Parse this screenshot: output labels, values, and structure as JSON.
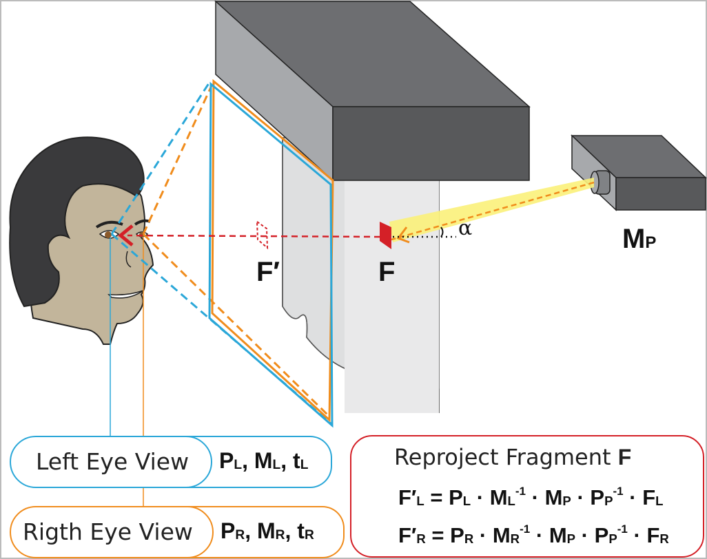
{
  "labels": {
    "f_prime": "F′",
    "f": "F",
    "alpha": "α",
    "mp_main": "M",
    "mp_sub": "P"
  },
  "left_eye": {
    "title": "Left Eye View",
    "p": "P",
    "p_sub": "L",
    "m": "M",
    "m_sub": "L",
    "t": "t",
    "t_sub": "L"
  },
  "right_eye": {
    "title": "Rigth Eye View",
    "p": "P",
    "p_sub": "R",
    "m": "M",
    "m_sub": "R",
    "t": "t",
    "t_sub": "R"
  },
  "reproject": {
    "title": "Reproject Fragment",
    "title_bold": "F",
    "eq_left": {
      "lhs": "F′",
      "lhs_sub": "L",
      "p": "P",
      "p_sub": "L",
      "m": "M",
      "m_sub": "L",
      "m_sup": "-1",
      "mp": "M",
      "mp_sub": "P",
      "pp": "P",
      "pp_sub": "P",
      "pp_sup": "-1",
      "f": "F",
      "f_sub": "L"
    },
    "eq_right": {
      "lhs": "F′",
      "lhs_sub": "R",
      "p": "P",
      "p_sub": "R",
      "m": "M",
      "m_sub": "R",
      "m_sup": "-1",
      "mp": "M",
      "mp_sub": "P",
      "pp": "P",
      "pp_sub": "P",
      "pp_sup": "-1",
      "f": "F",
      "f_sub": "R"
    }
  },
  "colors": {
    "left": "#2aa7d8",
    "right": "#f08c1c",
    "red": "#d42027",
    "projector_beam": "#fbf17a"
  }
}
